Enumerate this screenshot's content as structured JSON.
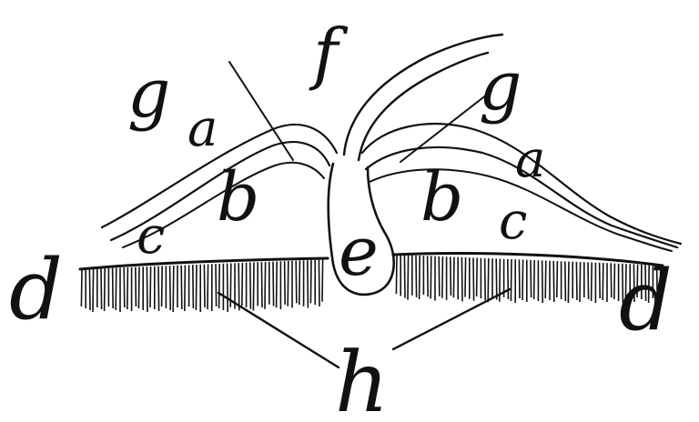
{
  "figure": {
    "labels": {
      "a_left": "a",
      "a_right": "a",
      "b_left": "b",
      "b_right": "b",
      "c_left": "c",
      "c_right": "c",
      "d_left": "d",
      "d_right": "d",
      "e": "e",
      "f": "f",
      "g_left": "g",
      "g_right": "g",
      "h": "h"
    },
    "ink_color": "#111111",
    "background_color": "#ffffff"
  }
}
